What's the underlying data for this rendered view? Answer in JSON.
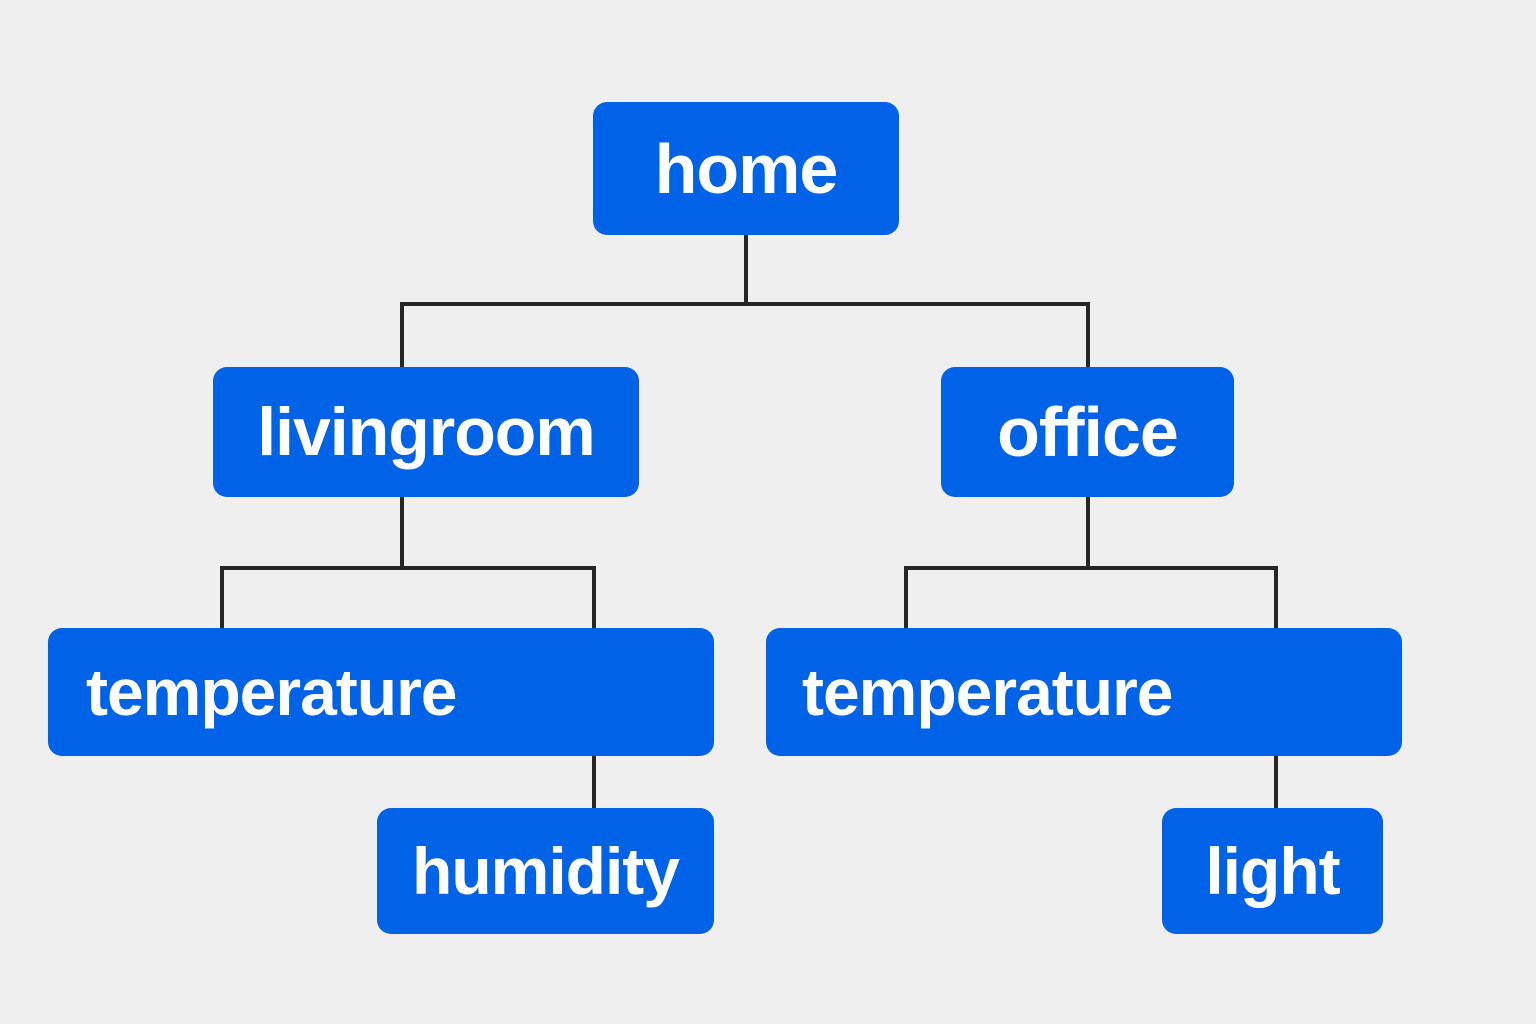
{
  "diagram": {
    "node_color": "#0062e6",
    "connector_color": "#262626",
    "background": "#efefef",
    "nodes": {
      "home": "home",
      "livingroom": "livingroom",
      "office": "office",
      "livingroom_temperature": "temperature",
      "office_temperature": "temperature",
      "humidity": "humidity",
      "light": "light"
    },
    "edges": [
      [
        "home",
        "livingroom"
      ],
      [
        "home",
        "office"
      ],
      [
        "livingroom",
        "livingroom_temperature"
      ],
      [
        "temperature",
        "humidity"
      ],
      [
        "office",
        "office_temperature"
      ],
      [
        "temperature",
        "light"
      ]
    ]
  }
}
